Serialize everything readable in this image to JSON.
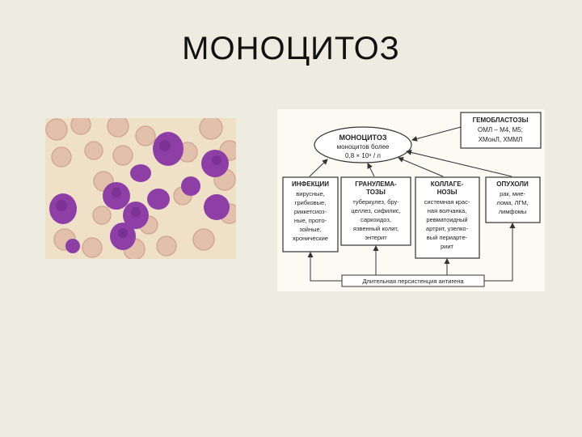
{
  "slide": {
    "title": "МОНОЦИТОЗ"
  },
  "image": {
    "name": "blood-smear-micrograph",
    "description_colors": {
      "background": "#efe0c8",
      "rbc": "#e3c2ad",
      "monocyte": "#8d3fa6"
    }
  },
  "diagram": {
    "center": {
      "line1": "МОНОЦИТОЗ",
      "line2": "моноцитов более",
      "line3": "0,8 × 10⁹ / л"
    },
    "hemoblastoses": {
      "line1": "ГЕМОБЛАСТОЗЫ",
      "line2": "ОМЛ – М4, М5;",
      "line3": "ХМонЛ, ХММЛ"
    },
    "infections": {
      "title": "ИНФЕКЦИИ",
      "lines": [
        "вирусные,",
        "грибковые,",
        "риккетсиоз-",
        "ные, прото-",
        "зойные,",
        "хронические"
      ]
    },
    "granulomatoses": {
      "title": [
        "ГРАНУЛЕМА-",
        "ТОЗЫ"
      ],
      "lines": [
        "туберкулез, бру-",
        "целлез, сифилис,",
        "саркоидоз,",
        "язвенный колит,",
        "энтерит"
      ]
    },
    "collagenoses": {
      "title": [
        "КОЛЛАГЕ-",
        "НОЗЫ"
      ],
      "lines": [
        "системная крас-",
        "ная волчанка,",
        "ревматоидный",
        "артрит, узелко-",
        "вый периартe-",
        "риит"
      ]
    },
    "tumors": {
      "title": "ОПУХОЛИ",
      "lines": [
        "рак, мие-",
        "лома, ЛГМ,",
        "лимфомы"
      ]
    },
    "bottom": "Длительная персистенция антигена"
  }
}
